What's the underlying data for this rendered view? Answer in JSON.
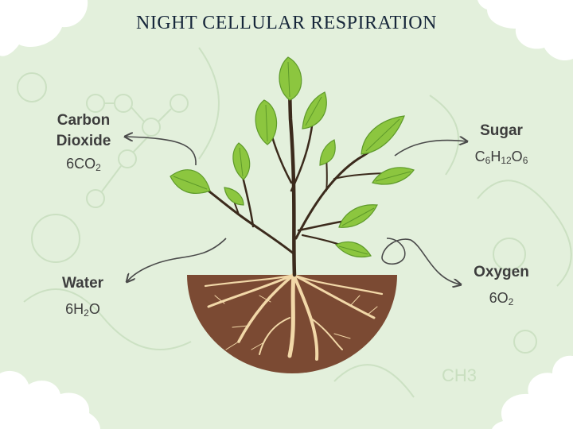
{
  "title": "NIGHT CELLULAR RESPIRATION",
  "labels": {
    "carbon_dioxide": {
      "name_line1": "Carbon",
      "name_line2": "Dioxide",
      "coef": "6",
      "el1": "CO",
      "sub1": "2"
    },
    "sugar": {
      "name": "Sugar",
      "el1": "C",
      "sub1": "6",
      "el2": "H",
      "sub2": "12",
      "el3": "O",
      "sub3": "6"
    },
    "water": {
      "name": "Water",
      "coef": "6",
      "el1": "H",
      "sub1": "2",
      "el2": "O"
    },
    "oxygen": {
      "name": "Oxygen",
      "coef": "6",
      "el1": "O",
      "sub1": "2"
    }
  },
  "background_watermark": "CH3",
  "colors": {
    "background": "#e3f0dc",
    "title": "#16263a",
    "label_text": "#3d3d3d",
    "leaf": "#8cc63f",
    "leaf_dark": "#5e9a2a",
    "stem": "#3b2a1c",
    "soil": "#7b4a33",
    "root": "#f2d8a8",
    "arrow": "#4a4a4a"
  },
  "icons": [
    "leaf-icon",
    "arrow-icon",
    "soil-pot-icon",
    "root-icon",
    "molecule-watermark-icon"
  ]
}
